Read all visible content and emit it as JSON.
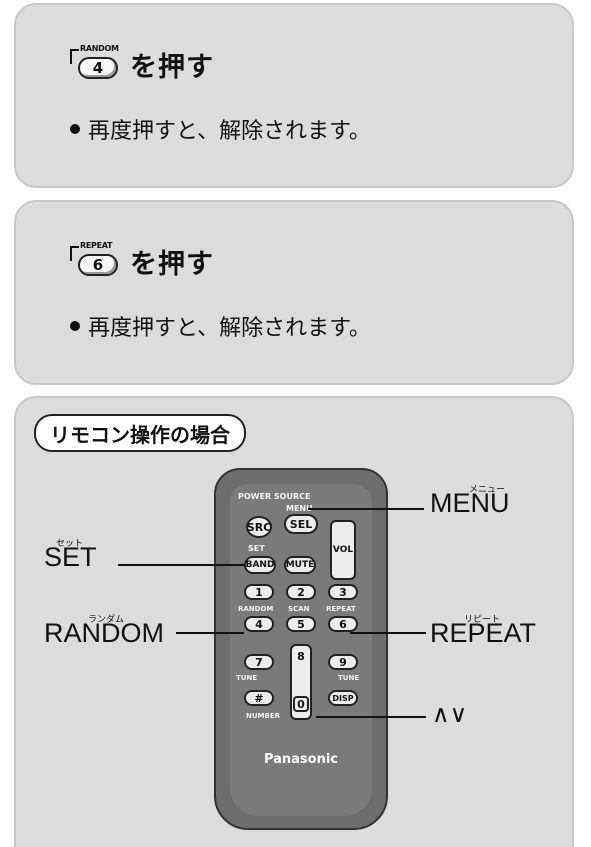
{
  "section_random": {
    "key_top_label": "RANDOM",
    "key_number": "4",
    "heading": "を押す",
    "bullet": "再度押すと、解除されます。"
  },
  "section_repeat": {
    "key_top_label": "REPEAT",
    "key_number": "6",
    "heading": "を押す",
    "bullet": "再度押すと、解除されます。"
  },
  "remote_section": {
    "tag": "リモコン操作の場合",
    "callouts": {
      "menu": {
        "text": "MENU",
        "ruby": "メニュー"
      },
      "set": {
        "text": "SET",
        "ruby": "セット"
      },
      "random": {
        "text": "RANDOM",
        "ruby": "ランダム"
      },
      "repeat": {
        "text": "REPEAT",
        "ruby": "リピート"
      },
      "arrows": {
        "text": "∧∨"
      }
    },
    "remote": {
      "labels": {
        "power_source": "POWER SOURCE",
        "src": "SRC",
        "menu": "MENU",
        "sel": "SEL",
        "vol": "VOL",
        "set": "SET",
        "band": "BAND",
        "mute": "MUTE",
        "random": "RANDOM",
        "scan": "SCAN",
        "repeat": "REPEAT",
        "tune_left": "TUNE",
        "tune_right": "TUNE",
        "number": "NUMBER",
        "disp": "DISP",
        "brand": "Panasonic"
      },
      "keys": [
        "1",
        "2",
        "3",
        "4",
        "5",
        "6",
        "7",
        "8",
        "9",
        "#",
        "0"
      ]
    }
  }
}
